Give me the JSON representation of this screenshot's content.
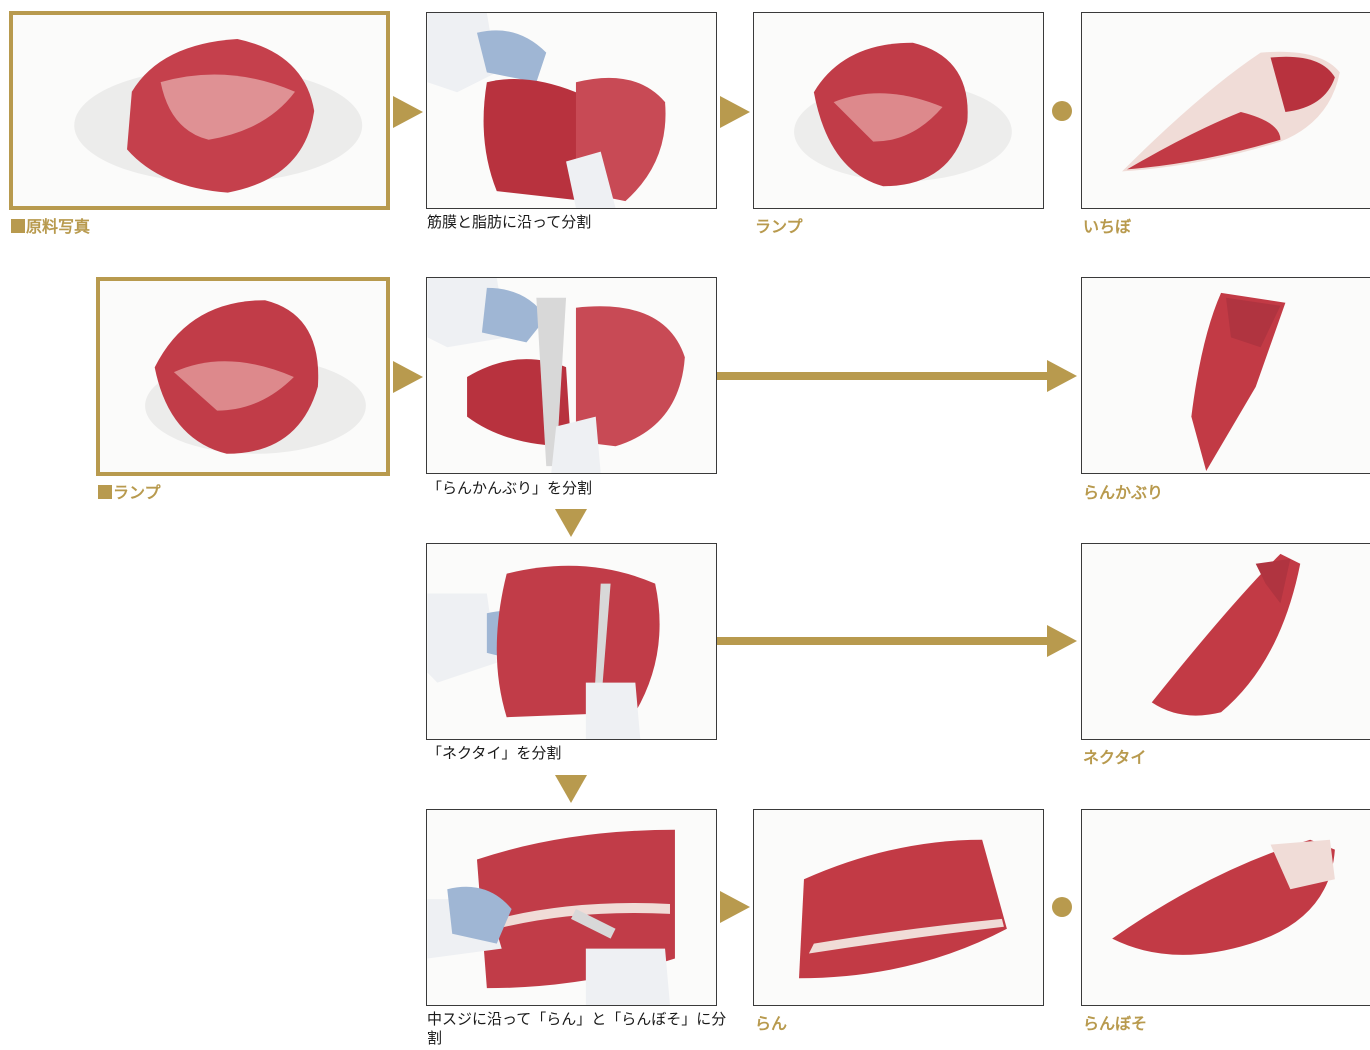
{
  "colors": {
    "accent": "#b89a4e",
    "meat": "#c23a45",
    "fat": "#f2dfd9"
  },
  "row1": {
    "raw_label": "原料写真",
    "step_caption": "筋膜と脂肪に沿って分割",
    "result1_label": "ランプ",
    "result2_label": "いちぼ"
  },
  "row2": {
    "raw_label": "ランプ",
    "step_caption": "「らんかんぶり」を分割",
    "result_label": "らんかぶり"
  },
  "row3": {
    "step_caption": "「ネクタイ」を分割",
    "result_label": "ネクタイ"
  },
  "row4": {
    "step_caption": "中スジに沿って「らん」と「らんぼそ」に分割",
    "result1_label": "らん",
    "result2_label": "らんぼそ"
  },
  "photos": [
    "raw-beef-block",
    "cutting-along-membrane",
    "rump",
    "ichibo",
    "rump-raw",
    "cutting-rankanburi",
    "rankaburi",
    "cutting-necktie",
    "necktie",
    "cutting-center-sinew",
    "ran",
    "ranboso"
  ]
}
